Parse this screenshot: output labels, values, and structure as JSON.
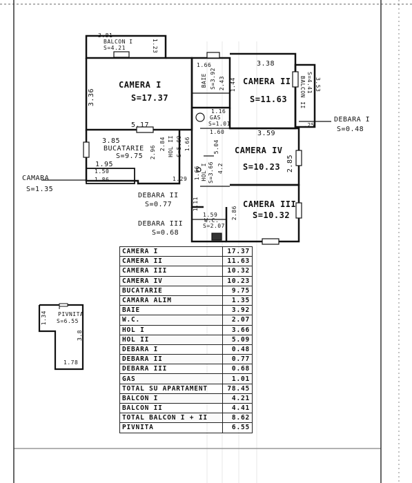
{
  "plan": {
    "rooms": {
      "balcon1": {
        "name": "BALCON I",
        "area": "S=4.21",
        "dim_top": "3.81",
        "dim_side": "1.23"
      },
      "camera1": {
        "name": "CAMERA I",
        "area": "S=17.37",
        "dim_left": "3.36",
        "dim_bottom": "5.17"
      },
      "bucatarie": {
        "name": "BUCATARIE",
        "area": "S=9.75",
        "dim_top": "3.85",
        "dim_bottom": "1.95",
        "dim_side": "2.96",
        "dim_small": "1.50"
      },
      "camara": {
        "name": "CAMARA",
        "area": "S=1.35",
        "dim": "1.86"
      },
      "baie": {
        "name": "BAIE",
        "area": "S=3.92",
        "dim_top": "1.66",
        "dim_side": "2.43",
        "dim_a": "1.44"
      },
      "gas": {
        "name": "GAS",
        "area": "S=1.01",
        "dim": "1.16"
      },
      "camera2": {
        "name": "CAMERA II",
        "area": "S=11.63",
        "dim_top": "3.38"
      },
      "balcon2": {
        "name": "BALCON II",
        "area": "S=4.41",
        "dim": "3.53"
      },
      "debara1": {
        "name": "DEBARA I",
        "area": "S=0.48",
        "dim": ".25"
      },
      "camera4": {
        "name": "CAMERA IV",
        "area": "S=10.23",
        "dim_top": "3.59",
        "dim_side": "2.85"
      },
      "hol2": {
        "name": "HOL II",
        "area": "S=5.09",
        "dim_a": "2.84",
        "dim_b": "1.66",
        "dim_c": "1.29"
      },
      "hol1": {
        "name": "HOL I",
        "area": "S=3.66",
        "dim": "1.66"
      },
      "debara2": {
        "name": "DEBARA II",
        "area": "S=0.77"
      },
      "debara3": {
        "name": "DEBARA III",
        "area": "S=0.68"
      },
      "wc": {
        "name": "W.C.",
        "area": "S=2.07",
        "dim": "1.59"
      },
      "camera3": {
        "name": "CAMERA III",
        "area": "S=10.32",
        "dim_a": "2.86"
      },
      "pivnita": {
        "name": "PIVNITA",
        "area": "S=6.55",
        "dim_a": "1.34",
        "dim_b": "3.8",
        "dim_c": "1.78"
      }
    },
    "misc_dims": [
      "3.85",
      "4.2",
      "1.60",
      "5.04",
      "1.11"
    ]
  },
  "table": {
    "rows": [
      {
        "label": "CAMERA   I",
        "value": "17.37"
      },
      {
        "label": "CAMERA   II",
        "value": "11.63"
      },
      {
        "label": "CAMERA   III",
        "value": "10.32"
      },
      {
        "label": "CAMERA   IV",
        "value": "10.23"
      },
      {
        "label": "BUCATARIE",
        "value": "9.75"
      },
      {
        "label": "CAMARA ALIM",
        "value": "1.35"
      },
      {
        "label": "BAIE",
        "value": "3.92"
      },
      {
        "label": "W.C.",
        "value": "2.07"
      },
      {
        "label": "HOL  I",
        "value": "3.66"
      },
      {
        "label": "HOL  II",
        "value": "5.09"
      },
      {
        "label": "DEBARA   I",
        "value": "0.48"
      },
      {
        "label": "DEBARA   II",
        "value": "0.77"
      },
      {
        "label": "DEBARA   III",
        "value": "0.68"
      },
      {
        "label": "GAS",
        "value": "1.01"
      },
      {
        "label": "TOTAL SU APARTAMENT",
        "value": "78.45"
      },
      {
        "label": "BALCON  I",
        "value": "4.21"
      },
      {
        "label": "BALCON  II",
        "value": "4.41"
      },
      {
        "label": "TOTAL BALCON I + II",
        "value": "8.62"
      },
      {
        "label": "PIVNITA",
        "value": "6.55"
      }
    ]
  }
}
